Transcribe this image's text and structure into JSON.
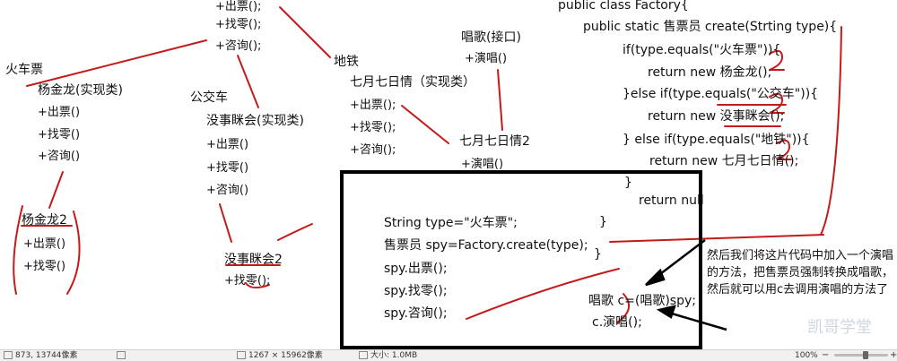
{
  "tree": {
    "top_methods": [
      "+出票();",
      "+找零();",
      "+咨询();"
    ],
    "train_ticket": "火车票",
    "yang_impl": "杨金龙(实现类)",
    "yang_methods": [
      "+出票()",
      "+找零()",
      "+咨询()"
    ],
    "bus": "公交车",
    "meiren_impl": "没事眯会(实现类)",
    "meiren_methods": [
      "+出票()",
      "+找零()",
      "+咨询()"
    ],
    "subway": "地铁",
    "qiqi_impl": "七月七日情（实现类）",
    "qiqi_methods": [
      "+出票();",
      "+找零();",
      "+咨询();"
    ],
    "sing_interface": "唱歌(接口)",
    "sing_method": "+演唱()",
    "qiqi2": "七月七日情2",
    "qiqi2_method": "+演唱()",
    "yang2": "杨金龙2",
    "yang2_methods": [
      "+出票()",
      "+找零()"
    ],
    "meiren2": "没事眯会2",
    "meiren2_method": "+找零();"
  },
  "factory_code": {
    "line1": "public class Factory{",
    "line2": "public static 售票员 create(Strting type){",
    "line3": "if(type.equals(\"火车票\")){",
    "line4": "return new 杨金龙();",
    "line5": "}else if(type.equals(\"公交车\")){",
    "line6": "return new 没事眯会();",
    "line7": "} else if(type.equals(\"地铁\")){",
    "line8": "return new 七月七日情();",
    "line9": "}",
    "line10": "return null"
  },
  "box_code": {
    "line1": "String type=\"火车票\";",
    "line2": "售票员 spy=Factory.create(type);",
    "line3": "spy.出票();",
    "line4": "spy.找零();",
    "line5": "spy.咨询();",
    "brace1": "}",
    "brace2": "}",
    "sing_line1": "唱歌  c=(唱歌)spy;",
    "sing_line2": "c.演唱();"
  },
  "note": "然后我们将这片代码中加入一个演唱的方法，把售票员强制转换成唱歌，然后就可以用c去调用演唱的方法了",
  "watermark": "凯哥学堂",
  "status_bar": {
    "coords": "873, 13744像素",
    "dimensions": "1267 × 15962像素",
    "size": "大小: 1.0MB",
    "zoom": "100%",
    "zoom_level": 1.0
  },
  "ink_color": "#c41a1a"
}
